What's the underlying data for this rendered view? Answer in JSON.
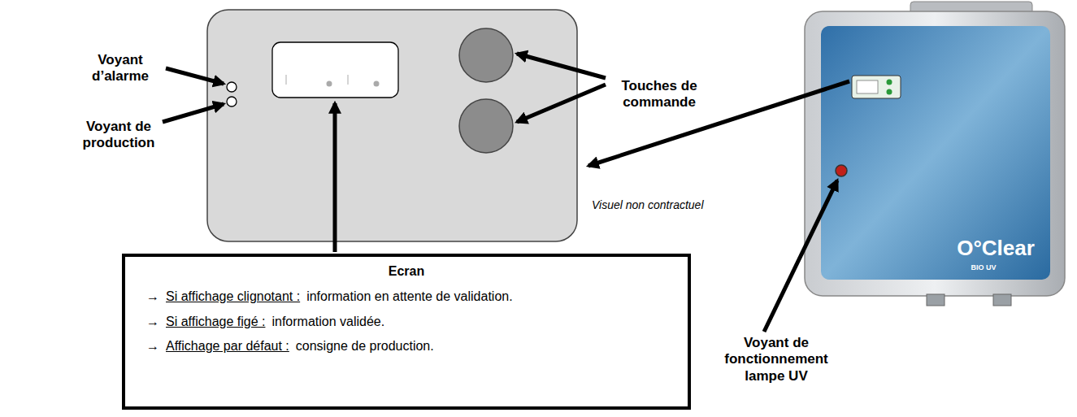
{
  "diagram": {
    "nodes": [
      {
        "text": [
          "Ecran",
          "→",
          "Si affichage clignotant :",
          "information en attente de validation.",
          "→",
          "Si affichage figé :",
          "information validée.",
          "→",
          "Affichage par défaut :",
          "consigne de production."
        ]
      }
    ],
    "labels": [
      "Voyant d’alarme",
      "Voyant de production",
      "Touches de commande",
      "Visuel non contractuel",
      "Voyant de fonctionnement lampe UV",
      "O°Clear",
      "BIO UV"
    ]
  }
}
